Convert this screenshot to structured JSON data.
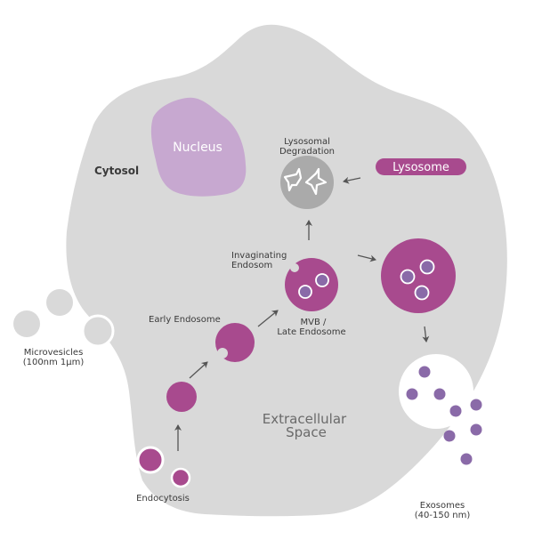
{
  "diagram": {
    "title": "Extracellular vesicle biogenesis pathway",
    "colors": {
      "cell": "#d9d9d9",
      "nucleus": "#c7a8d0",
      "endosome": "#a84a8e",
      "intraluminal_vesicle": "#8a6aa8",
      "degradation": "#aaaaaa",
      "arrow": "#555555",
      "text": "#3a3a3a"
    },
    "labels": {
      "nucleus": "Nucleus",
      "cytosol": "Cytosol",
      "lysosomal_degradation_line1": "Lysosomal",
      "lysosomal_degradation_line2": "Degradation",
      "lysosome": "Lysosome",
      "invaginating_line1": "Invaginating",
      "invaginating_line2": "Endosom",
      "mvb_line1": "MVB /",
      "mvb_line2": "Late Endosome",
      "early_endosome": "Early Endosome",
      "microvesicles_line1": "Microvesicles",
      "microvesicles_line2": "(100nm 1µm)",
      "extracellular_line1": "Extracellular",
      "extracellular_line2": "Space",
      "endocytosis": "Endocytosis",
      "exosomes_line1": "Exosomes",
      "exosomes_line2": "(40-150 nm)"
    },
    "nodes": [
      "Endocytosis",
      "Early Endosome",
      "Invaginating Endosom",
      "MVB / Late Endosome",
      "Lysosomal Degradation",
      "Lysosome",
      "Exosomes",
      "Microvesicles"
    ],
    "edges": [
      [
        "Endocytosis",
        "Early Endosome"
      ],
      [
        "Early Endosome",
        "MVB / Late Endosome"
      ],
      [
        "MVB / Late Endosome",
        "Lysosomal Degradation"
      ],
      [
        "Lysosome",
        "Lysosomal Degradation"
      ],
      [
        "MVB / Late Endosome",
        "Exosomes"
      ]
    ]
  }
}
